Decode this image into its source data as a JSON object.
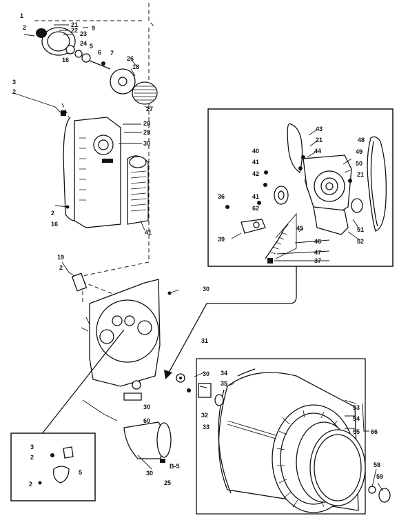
{
  "page_code": "B-5",
  "labels": {
    "l1": "1",
    "l21a": "21",
    "l22": "22",
    "l2a": "2",
    "l23": "23",
    "l9": "9",
    "l24": "24",
    "l5": "5",
    "l6": "6",
    "l7": "7",
    "l16a": "16",
    "l26": "26",
    "l18": "18",
    "l27": "27",
    "l3a": "3",
    "l2b": "2",
    "l28": "28",
    "l29": "29",
    "l30a": "30",
    "l2c": "2",
    "l16b": "16",
    "l41a": "41",
    "l19": "19",
    "l2d": "2",
    "l30b": "30",
    "l31": "31",
    "l30c": "30",
    "l32": "32",
    "l33": "33",
    "l34": "34",
    "l35": "35",
    "l30d": "30",
    "l60": "60",
    "l30e": "30",
    "l25": "25",
    "l53": "53",
    "l54": "54",
    "l55": "55",
    "l66": "66",
    "l58": "58",
    "l59": "59",
    "l43": "43",
    "l21b": "21",
    "l44": "44",
    "l40": "40",
    "l41b": "41",
    "l42": "42",
    "l36": "36",
    "l41c": "41",
    "l62": "62",
    "l39": "39",
    "l48": "48",
    "l49": "49",
    "l50": "50",
    "l21c": "21",
    "l51": "51",
    "l52": "52",
    "l45": "45",
    "l46": "46",
    "l47": "47",
    "l37": "37",
    "l3b": "3",
    "l2e": "2",
    "l2f": "2",
    "l5b": "5"
  }
}
